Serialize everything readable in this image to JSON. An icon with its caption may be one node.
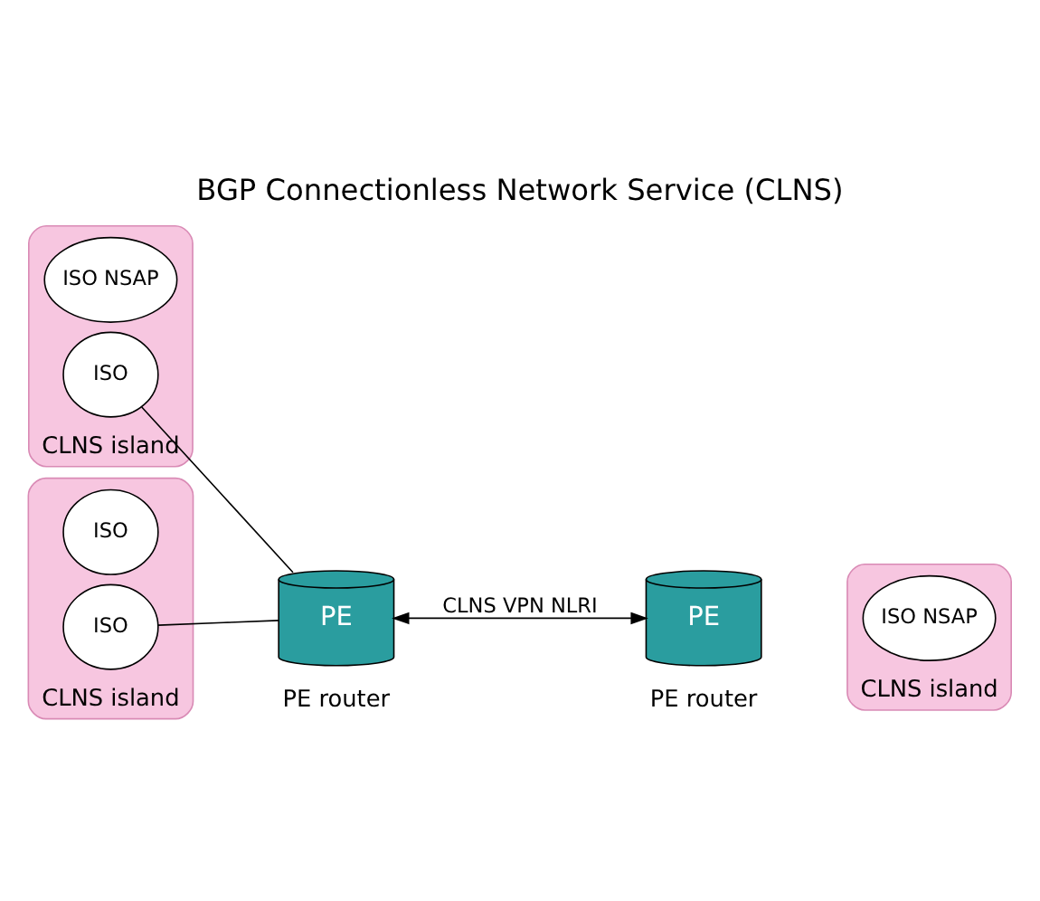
{
  "diagram": {
    "title": "BGP Connectionless Network Service (CLNS)",
    "nodes": [
      {
        "text": [
          "CLNS island"
        ]
      },
      {
        "text": [
          "ISO NSAP"
        ],
        "in": 0
      },
      {
        "text": [
          "ISO"
        ],
        "in": 0
      },
      {
        "text": [
          "CLNS island"
        ]
      },
      {
        "text": [
          "ISO"
        ],
        "in": 3
      },
      {
        "text": [
          "ISO"
        ],
        "in": 3
      },
      {
        "text": [
          "PE"
        ],
        "beside": [
          "PE router"
        ]
      },
      {
        "text": [
          "PE"
        ],
        "beside": [
          "PE router"
        ]
      },
      {
        "text": [
          "CLNS island"
        ]
      },
      {
        "text": [
          "ISO NSAP"
        ],
        "in": 8
      }
    ],
    "edges": [
      {
        "from": 2,
        "to": 6,
        "arrow": "none"
      },
      {
        "from": 5,
        "to": 6,
        "arrow": "none"
      },
      {
        "from": 6,
        "to": 7,
        "arrow": "both",
        "label": "CLNS VPN NLRI"
      }
    ]
  }
}
